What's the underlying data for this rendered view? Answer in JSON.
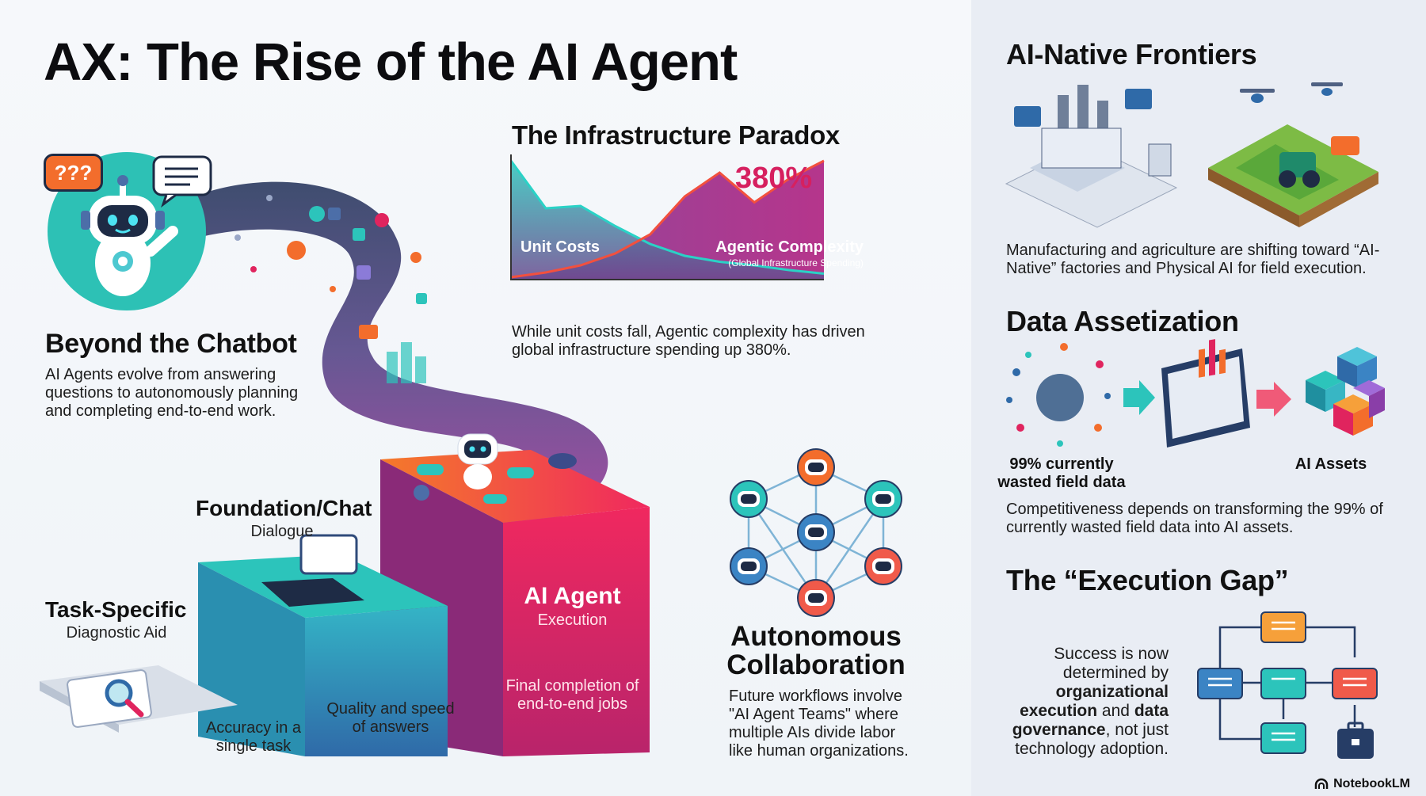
{
  "title": "AX: The Rise of the AI Agent",
  "colors": {
    "teal": "#2cc4bb",
    "purple": "#8a3ea8",
    "pink": "#e0245e",
    "orange": "#f36d2c",
    "navy": "#263d66"
  },
  "beyond": {
    "heading": "Beyond the Chatbot",
    "body": "AI Agents evolve from answering questions to autonomously planning and completing end-to-end work.",
    "bubble_text": "???"
  },
  "paradox": {
    "heading": "The Infrastructure Paradox",
    "caption": "While unit costs fall, Agentic complexity has driven global infrastructure spending up 380%."
  },
  "chart_data": {
    "type": "area",
    "title": "The Infrastructure Paradox",
    "series": [
      {
        "name": "Unit Costs",
        "values": [
          100,
          60,
          62,
          45,
          30,
          20,
          15,
          12,
          8,
          5
        ]
      },
      {
        "name": "Agentic Complexity",
        "note": "(Global Infrastructure Spending)",
        "values": [
          2,
          6,
          12,
          22,
          38,
          70,
          90,
          65,
          85,
          100
        ]
      }
    ],
    "annotation": "380%",
    "grid": false,
    "legend": "inline"
  },
  "steps": {
    "task": {
      "heading": "Task-Specific",
      "sub": "Diagnostic Aid",
      "desc": "Accuracy in a single task"
    },
    "foundation": {
      "heading": "Foundation/Chat",
      "sub": "Dialogue",
      "desc": "Quality and speed of answers"
    },
    "agent": {
      "heading": "AI Agent",
      "sub": "Execution",
      "desc": "Final completion of end-to-end jobs"
    }
  },
  "collab": {
    "heading": "Autonomous Collaboration",
    "body": "Future workflows involve \"AI Agent Teams\" where multiple AIs divide labor like human organizations."
  },
  "frontiers": {
    "heading": "AI-Native Frontiers",
    "body": "Manufacturing and agriculture are shifting toward “AI-Native” factories and Physical AI for field execution."
  },
  "assetization": {
    "heading": "Data Assetization",
    "left_label": "99% currently wasted field data",
    "right_label": "AI Assets",
    "body": "Competitiveness depends on transforming the 99% of currently wasted field data into AI assets."
  },
  "gap": {
    "heading": "The “Execution Gap”",
    "body_1": "Success is now determined by ",
    "body_bold_1": "organizational execution",
    "body_2": " and ",
    "body_bold_2": "data governance",
    "body_3": ", not just technology adoption."
  },
  "brand": "NotebookLM"
}
